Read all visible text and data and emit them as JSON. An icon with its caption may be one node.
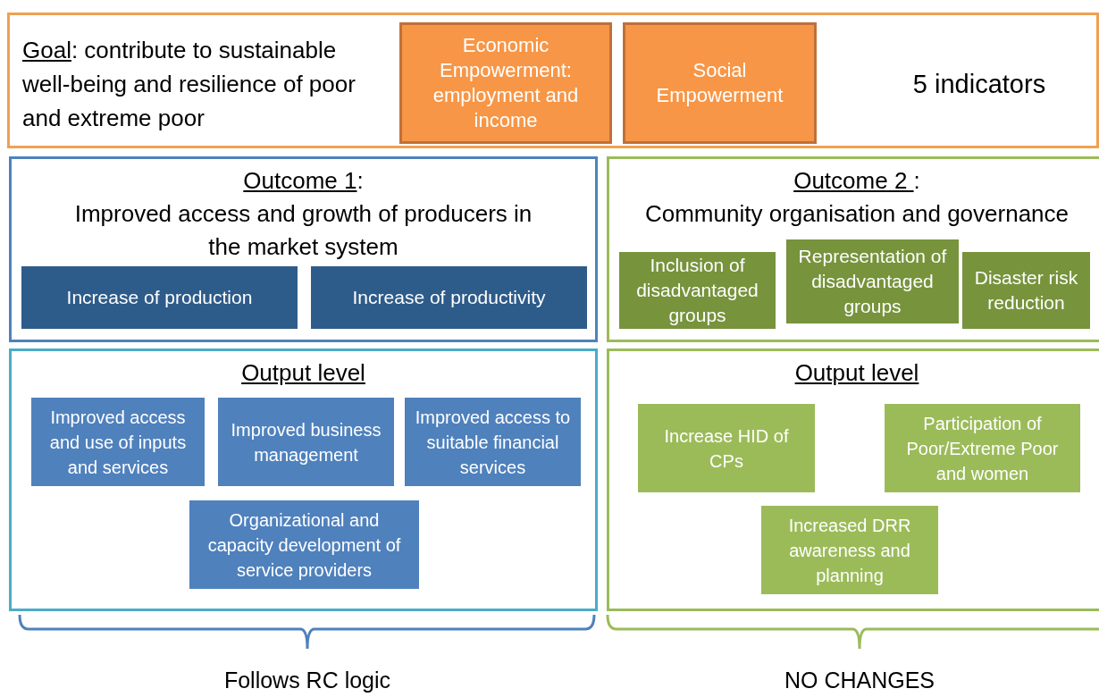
{
  "diagram": {
    "nodes": [
      {
        "text": [
          "Goal: contribute to sustainable well-being and resilience of poor and extreme poor",
          "5 indicators"
        ]
      },
      {
        "text": [
          "Economic Empowerment: employment and income"
        ],
        "in": 0
      },
      {
        "text": [
          "Social Empowerment"
        ],
        "in": 0
      },
      {
        "text": [
          "Outcome 1:",
          "Improved access and growth of producers in the market system"
        ]
      },
      {
        "text": [
          "Increase of production"
        ],
        "in": 3
      },
      {
        "text": [
          "Increase of productivity"
        ],
        "in": 3
      },
      {
        "text": [
          "Outcome 2 :",
          "Community organisation and governance"
        ]
      },
      {
        "text": [
          "Inclusion of disadvantaged groups"
        ],
        "in": 6
      },
      {
        "text": [
          "Representation of disadvantaged groups"
        ],
        "in": 6
      },
      {
        "text": [
          "Disaster risk reduction"
        ],
        "in": 6
      },
      {
        "text": [
          "Output level"
        ]
      },
      {
        "text": [
          "Improved access and use of inputs and services"
        ],
        "in": 10
      },
      {
        "text": [
          "Improved business management"
        ],
        "in": 10
      },
      {
        "text": [
          "Improved access to suitable financial services"
        ],
        "in": 10
      },
      {
        "text": [
          "Organizational and capacity development of service providers"
        ],
        "in": 10
      },
      {
        "text": [
          "Output level"
        ]
      },
      {
        "text": [
          "Increase HID of CPs"
        ],
        "in": 15
      },
      {
        "text": [
          "Participation of Poor/Extreme Poor and women"
        ],
        "in": 15
      },
      {
        "text": [
          "Increased DRR awareness and planning"
        ],
        "in": 15
      }
    ],
    "labels": [
      "Follows RC logic",
      "NO CHANGES"
    ]
  }
}
